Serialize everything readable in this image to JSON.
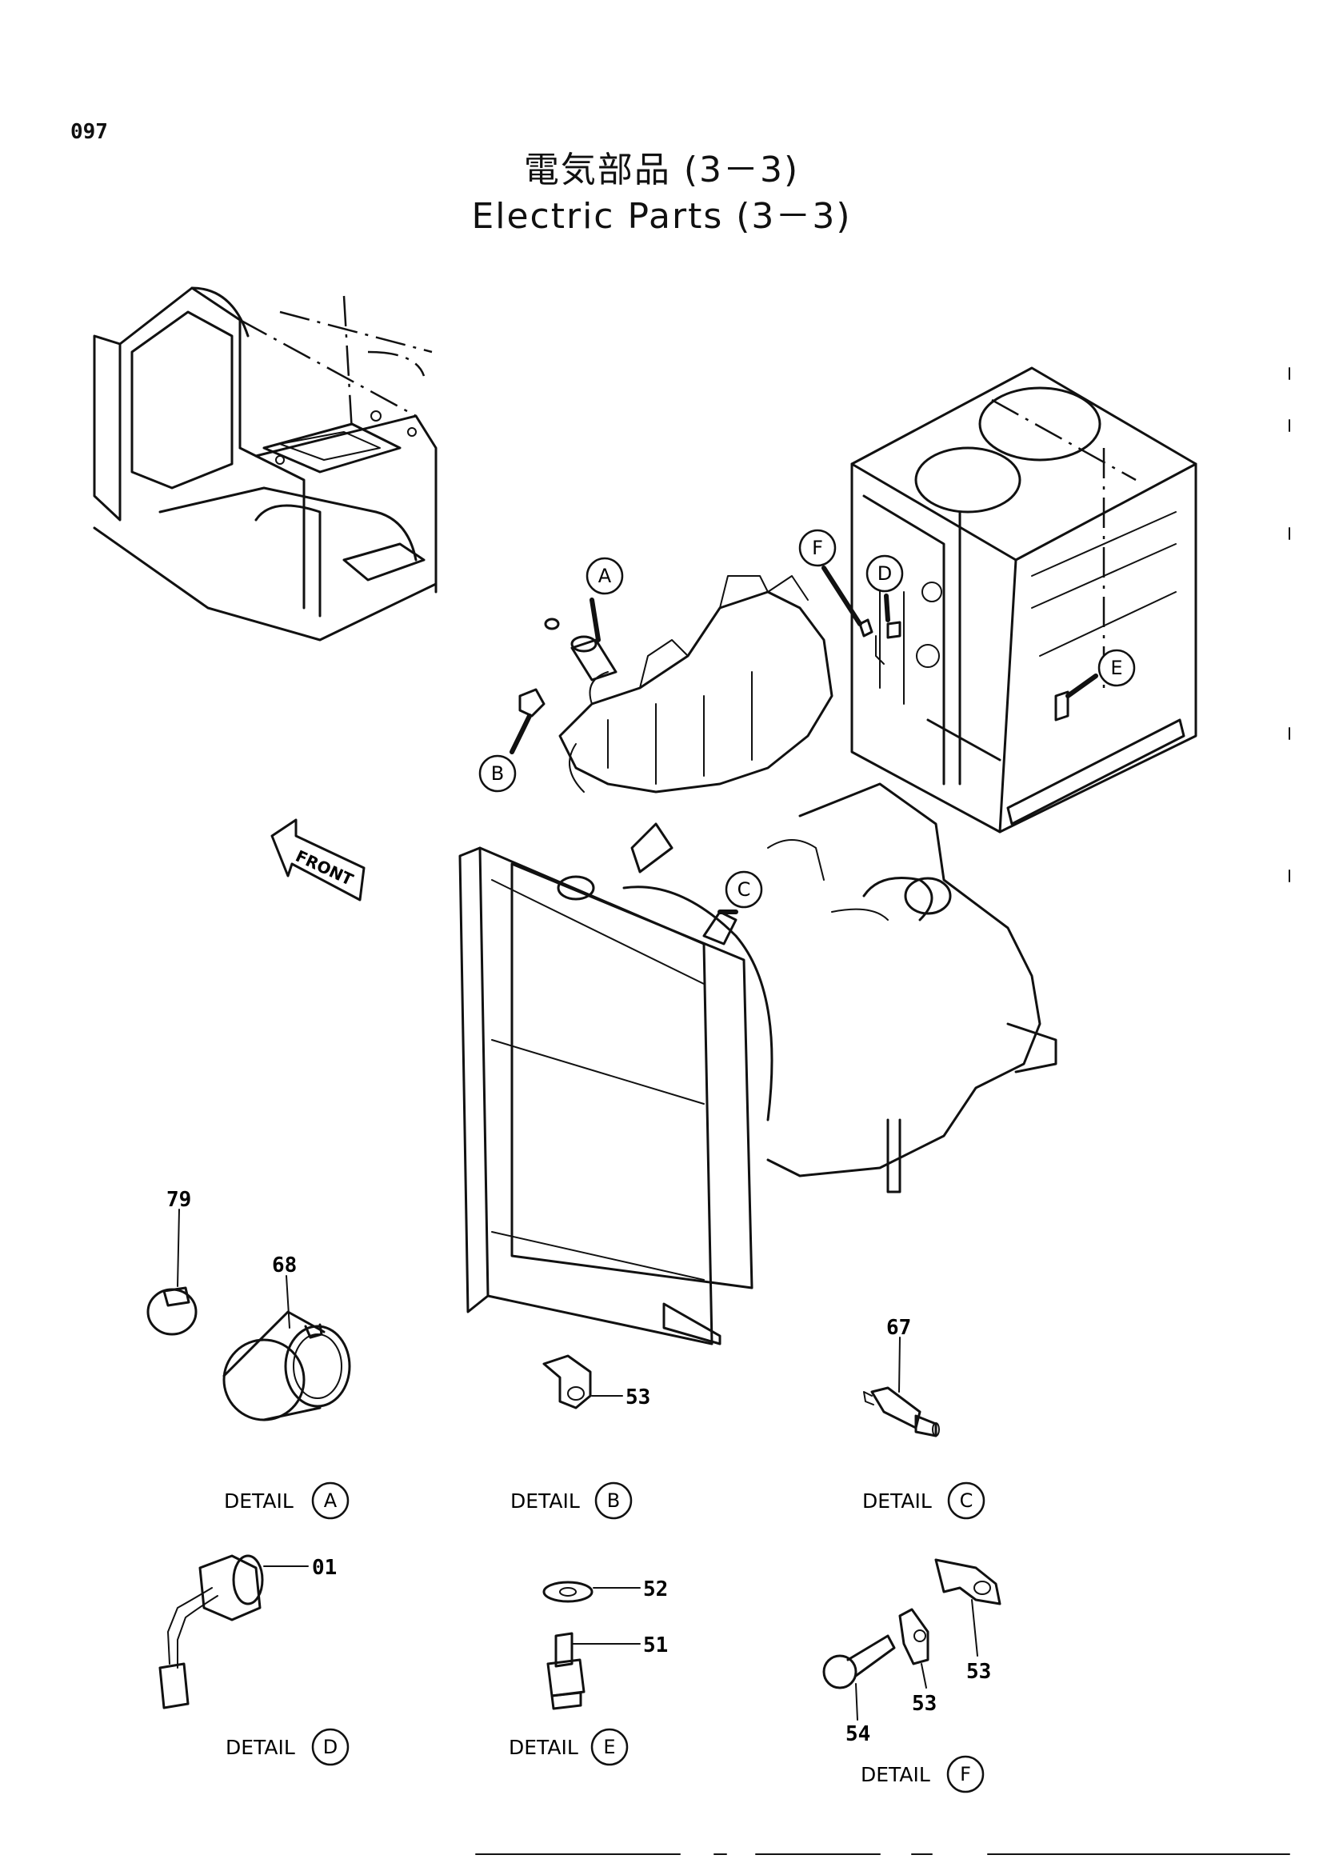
{
  "page_number": "097",
  "title_jp": "電気部品 (3－3)",
  "title_en": "Electric Parts (3－3)",
  "front_label": "FRONT",
  "detail_word": "DETAIL",
  "callouts": {
    "a": "A",
    "b": "B",
    "c": "C",
    "d": "D",
    "e": "E",
    "f": "F"
  },
  "parts": {
    "p79": "79",
    "p68": "68",
    "p53_b": "53",
    "p67": "67",
    "p01": "01",
    "p52": "52",
    "p51": "51",
    "p54": "54",
    "p53_f1": "53",
    "p53_f2": "53"
  }
}
